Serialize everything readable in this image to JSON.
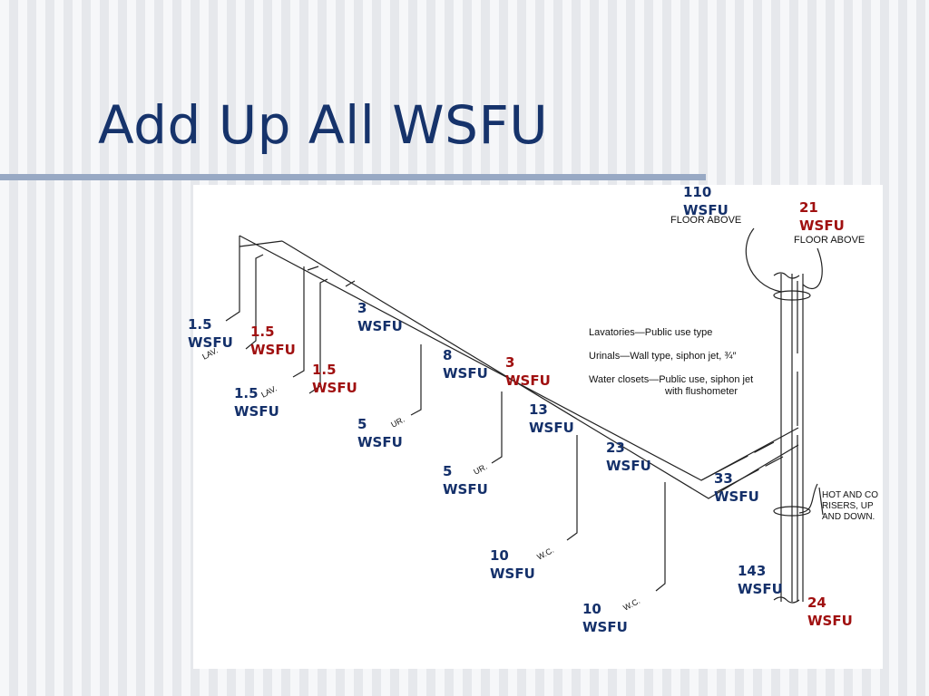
{
  "slide": {
    "title": "Add Up All WSFU"
  },
  "colors": {
    "title": "#16336b",
    "label_blue": "#14306a",
    "label_red": "#a01010",
    "rule": "#98a9c4"
  },
  "diagram": {
    "floor_above_left": "FLOOR ABOVE",
    "floor_above_right": "FLOOR ABOVE",
    "legend": {
      "lavatories": "Lavatories—Public use type",
      "urinals": "Urinals—Wall type, siphon jet, ¾″",
      "water_closets_1": "Water closets—Public use, siphon jet",
      "water_closets_2": "with flushometer"
    },
    "risers_note": [
      "HOT AND CO",
      "RISERS, UP",
      "AND DOWN."
    ],
    "fixture_tags": {
      "lav": "LAV.",
      "ur": "UR.",
      "wc": "W.C."
    },
    "labels": [
      {
        "id": "lav-1",
        "value": "1.5",
        "unit": "WSFU"
      },
      {
        "id": "lav-2",
        "value": "1.5",
        "unit": "WSFU"
      },
      {
        "id": "lav-3",
        "value": "1.5",
        "unit": "WSFU"
      },
      {
        "id": "lav-4",
        "value": "1.5",
        "unit": "WSFU"
      },
      {
        "id": "sum-3a",
        "value": "3",
        "unit": "WSFU"
      },
      {
        "id": "ur-1",
        "value": "5",
        "unit": "WSFU"
      },
      {
        "id": "sum-8",
        "value": "8",
        "unit": "WSFU"
      },
      {
        "id": "sum-3b",
        "value": "3",
        "unit": "WSFU"
      },
      {
        "id": "ur-2",
        "value": "5",
        "unit": "WSFU"
      },
      {
        "id": "sum-13",
        "value": "13",
        "unit": "WSFU"
      },
      {
        "id": "sum-23",
        "value": "23",
        "unit": "WSFU"
      },
      {
        "id": "wc-1",
        "value": "10",
        "unit": "WSFU"
      },
      {
        "id": "wc-2",
        "value": "10",
        "unit": "WSFU"
      },
      {
        "id": "sum-33",
        "value": "33",
        "unit": "WSFU"
      },
      {
        "id": "above-110",
        "value": "110",
        "unit": "WSFU"
      },
      {
        "id": "above-21",
        "value": "21",
        "unit": "WSFU"
      },
      {
        "id": "total-143",
        "value": "143",
        "unit": "WSFU"
      },
      {
        "id": "total-24",
        "value": "24",
        "unit": "WSFU"
      }
    ]
  }
}
